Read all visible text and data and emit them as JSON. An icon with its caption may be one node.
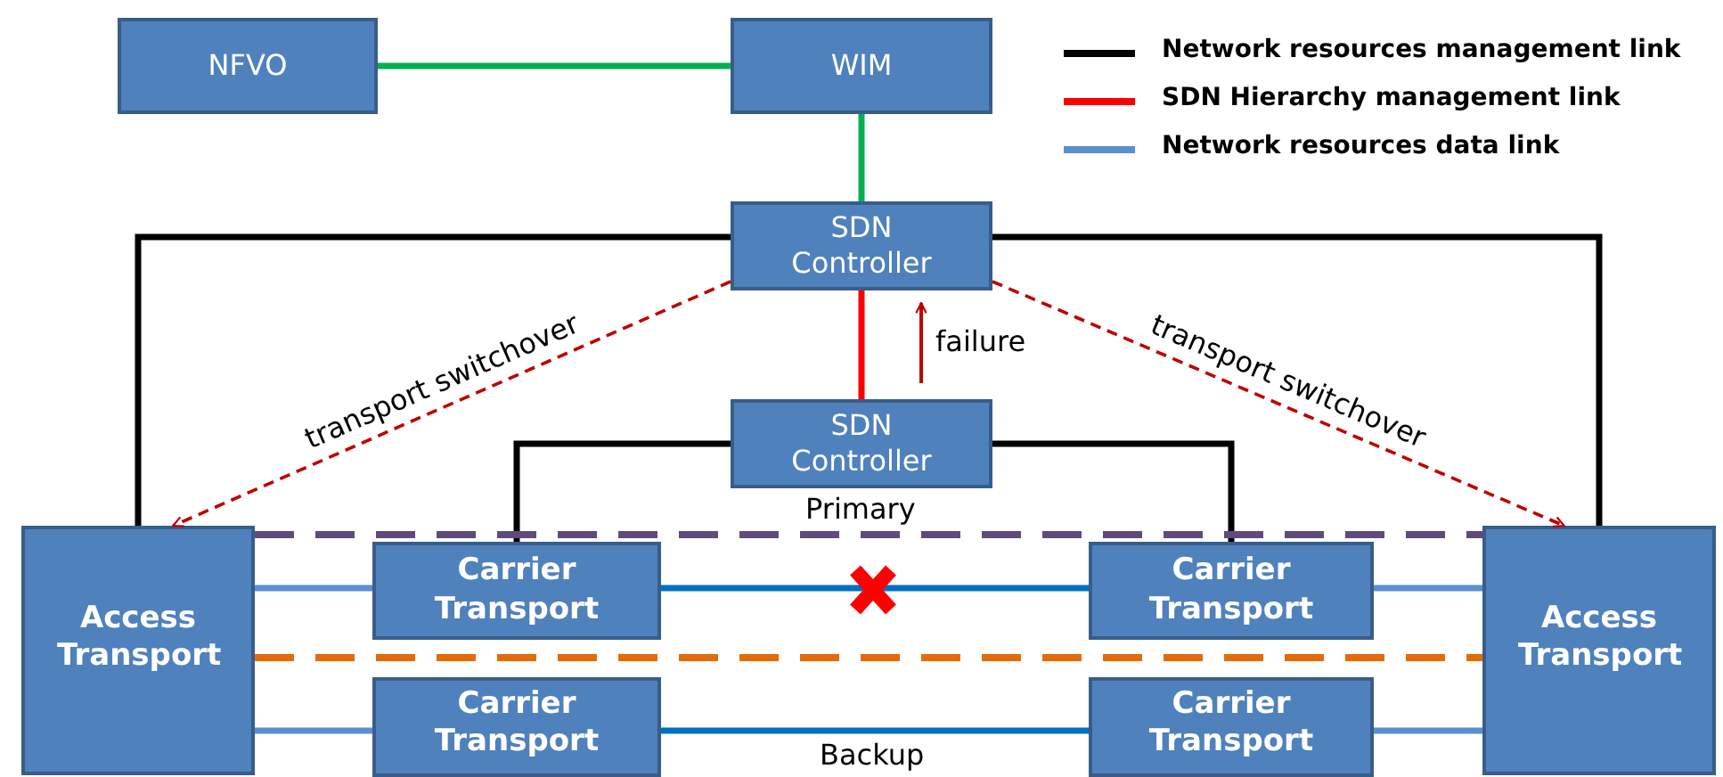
{
  "diagram": {
    "nodes": [
      {
        "text": [
          "NFVO"
        ]
      },
      {
        "text": [
          "WIM"
        ]
      },
      {
        "text": [
          "SDN Controller"
        ]
      },
      {
        "text": [
          "SDN Controller"
        ]
      },
      {
        "text": [
          "Access Transport"
        ]
      },
      {
        "text": [
          "Carrier Transport"
        ]
      },
      {
        "text": [
          "Carrier Transport"
        ]
      },
      {
        "text": [
          "Carrier Transport"
        ]
      },
      {
        "text": [
          "Carrier Transport"
        ]
      },
      {
        "text": [
          "Access Transport"
        ]
      }
    ],
    "edges": [
      {
        "from": 0,
        "to": 1,
        "arrow": "none",
        "color": "#00b050"
      },
      {
        "from": 1,
        "to": 2,
        "arrow": "none",
        "color": "#00b050"
      },
      {
        "from": 2,
        "to": 4,
        "arrow": "none",
        "color": "#000000"
      },
      {
        "from": 2,
        "to": 9,
        "arrow": "none",
        "color": "#000000"
      },
      {
        "from": 3,
        "to": 2,
        "arrow": "none",
        "color": "#ff0000"
      },
      {
        "from": 3,
        "to": 5,
        "arrow": "none",
        "color": "#000000"
      },
      {
        "from": 3,
        "to": 6,
        "arrow": "none",
        "color": "#000000"
      },
      {
        "from": 2,
        "to": 4,
        "arrow": "to",
        "label": "transport switchover",
        "style": "dashed",
        "color": "#c00000"
      },
      {
        "from": 2,
        "to": 9,
        "arrow": "to",
        "label": "transport switchover",
        "style": "dashed",
        "color": "#c00000"
      },
      {
        "from": 4,
        "to": 5,
        "arrow": "none",
        "color": "#5b8fd0"
      },
      {
        "from": 5,
        "to": 6,
        "arrow": "none",
        "color": "#0070c0"
      },
      {
        "from": 6,
        "to": 9,
        "arrow": "none",
        "color": "#5b8fd0"
      },
      {
        "from": 4,
        "to": 7,
        "arrow": "none",
        "color": "#5b8fd0"
      },
      {
        "from": 7,
        "to": 8,
        "arrow": "none",
        "color": "#0070c0"
      },
      {
        "from": 8,
        "to": 9,
        "arrow": "none",
        "color": "#5b8fd0"
      },
      {
        "from": 4,
        "to": 9,
        "arrow": "none",
        "style": "dashed",
        "color": "#604a7b"
      },
      {
        "from": 4,
        "to": 9,
        "arrow": "none",
        "style": "dashed",
        "color": "#e36c09"
      }
    ],
    "labels": [
      "failure",
      "Primary",
      "Backup"
    ],
    "legend": [
      {
        "text": "Network resources management link"
      },
      {
        "text": "SDN Hierarchy management link"
      },
      {
        "text": "Network resources data link"
      }
    ]
  }
}
